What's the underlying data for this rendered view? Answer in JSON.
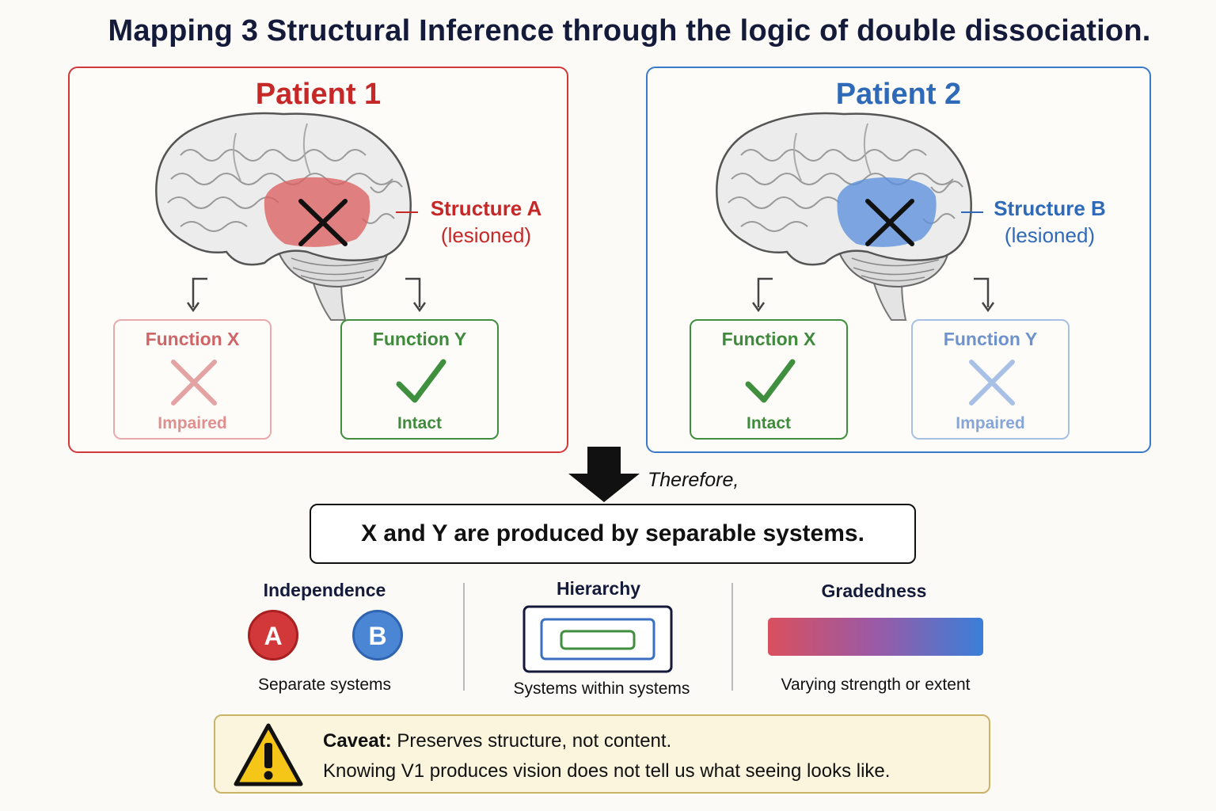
{
  "title": "Mapping 3 Structural Inference through the logic of double dissociation.",
  "patients": [
    {
      "title": "Patient 1",
      "structure_name": "Structure A",
      "structure_state": "(lesioned)",
      "functions": [
        {
          "name": "Function X",
          "state": "Impaired"
        },
        {
          "name": "Function Y",
          "state": "Intact"
        }
      ]
    },
    {
      "title": "Patient 2",
      "structure_name": "Structure B",
      "structure_state": "(lesioned)",
      "functions": [
        {
          "name": "Function X",
          "state": "Intact"
        },
        {
          "name": "Function Y",
          "state": "Impaired"
        }
      ]
    }
  ],
  "therefore": "Therefore,",
  "conclusion": "X and Y are produced by separable systems.",
  "sections": [
    {
      "heading": "Independence",
      "caption": "Separate systems",
      "circles": [
        "A",
        "B"
      ]
    },
    {
      "heading": "Hierarchy",
      "caption": "Systems within systems"
    },
    {
      "heading": "Gradedness",
      "caption": "Varying strength or extent"
    }
  ],
  "caveat": {
    "label": "Caveat:",
    "line1": "Preserves structure, not content.",
    "line2": "Knowing V1 produces vision does not tell us what seeing looks like."
  },
  "colors": {
    "patient1": "#d2383a",
    "patient2": "#3a78c8",
    "intact": "#3f8f3f",
    "gradient_start": "#d9505e",
    "gradient_end": "#3a7fd8"
  }
}
